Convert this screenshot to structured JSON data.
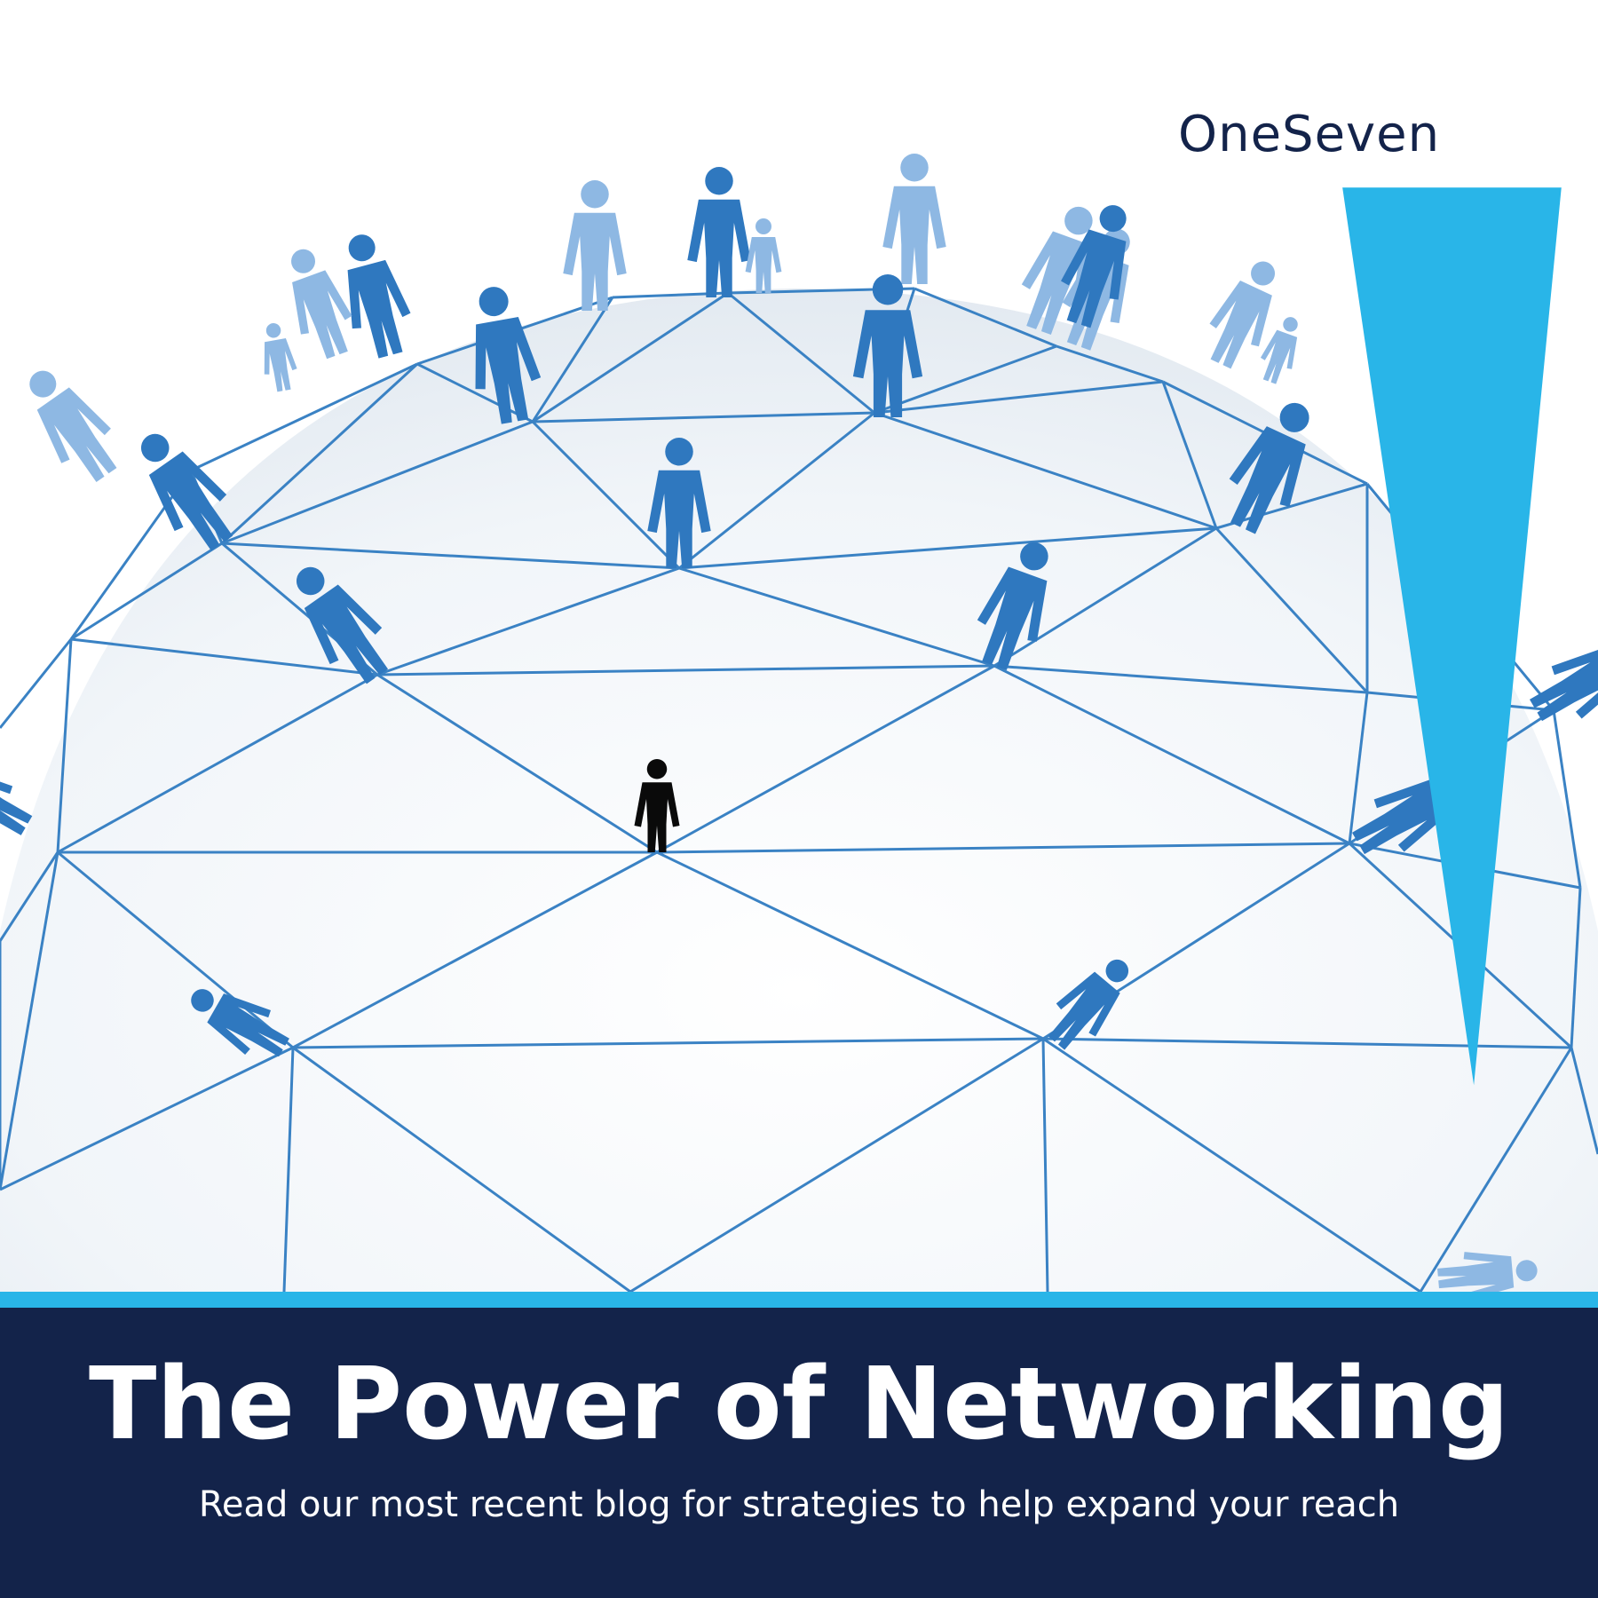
{
  "brand": {
    "name": "OneSeven",
    "logo_icon": "oneseven-logo-mark",
    "logo_color": "#29b5e8",
    "text_color": "#13234a"
  },
  "hero": {
    "image_icon": "geodesic-globe-network-people",
    "line_color": "#3a82c4",
    "figure_color": "#2f78bf",
    "figure_light_color": "#8eb8e3",
    "center_figure_color": "#0a0a0a"
  },
  "banner": {
    "title": "The Power of Networking",
    "subtitle": "Read our most recent blog for strategies to help expand your reach",
    "background_color": "#13234a",
    "stripe_color": "#29b5e8"
  }
}
